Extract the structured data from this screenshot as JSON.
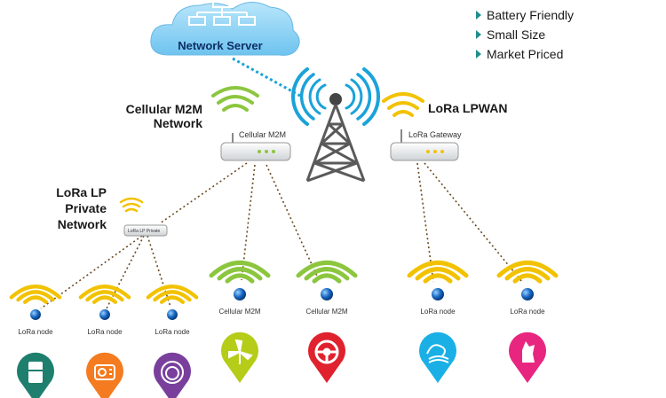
{
  "cloud": {
    "label": "Network Server"
  },
  "features": [
    "Battery Friendly",
    "Small Size",
    "Market Priced"
  ],
  "networks": {
    "cellular_heading": [
      "Cellular M2M",
      "Network"
    ],
    "lpwan_heading": "LoRa LPWAN",
    "private_heading": [
      "LoRa LP",
      "Private",
      "Network"
    ]
  },
  "devices": {
    "cellular_router": "Cellular M2M",
    "lora_gateway": "LoRa Gateway",
    "private_router": "LoRa LP Private"
  },
  "nodes": [
    {
      "label": "LoRa node",
      "icon": "fridge-icon",
      "color": "#1e7f6e"
    },
    {
      "label": "LoRa node",
      "icon": "meter-icon",
      "color": "#f47b20"
    },
    {
      "label": "LoRa node",
      "icon": "washer-icon",
      "color": "#7a3f9d"
    },
    {
      "label": "Cellular M2M",
      "icon": "wind-turbine-icon",
      "color": "#b5cc18"
    },
    {
      "label": "Cellular M2M",
      "icon": "steering-wheel-icon",
      "color": "#e0212e"
    },
    {
      "label": "LoRa node",
      "icon": "water-icon",
      "color": "#1ab0e6"
    },
    {
      "label": "LoRa node",
      "icon": "pet-icon",
      "color": "#e8267f"
    }
  ],
  "colors": {
    "cloud": "#8fd3f4",
    "tower": "#5a5a5a",
    "wifi_yellow": "#f2c200",
    "wifi_green": "#8cc63f",
    "node_blue": "#1565c0",
    "link": "#6b4a1f"
  }
}
